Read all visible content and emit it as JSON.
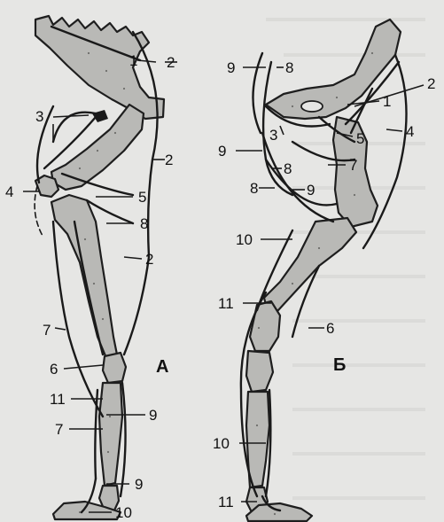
{
  "colors": {
    "background": "#e6e6e4",
    "bone_fill": "#b9b9b6",
    "line": "#1a1a1a"
  },
  "panels": [
    {
      "id": "A",
      "caption": "А",
      "labels": [
        "1",
        "2",
        "3",
        "2",
        "4",
        "5",
        "8",
        "2",
        "7",
        "6",
        "11",
        "9",
        "7",
        "9",
        "10"
      ]
    },
    {
      "id": "B",
      "caption": "Б",
      "labels": [
        "9",
        "8",
        "2",
        "1",
        "4",
        "5",
        "3",
        "9",
        "8",
        "7",
        "9",
        "8",
        "10",
        "11",
        "6",
        "10",
        "11"
      ]
    }
  ]
}
